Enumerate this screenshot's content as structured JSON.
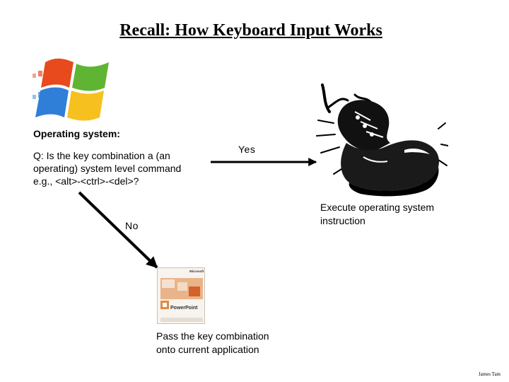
{
  "title": "Recall: How Keyboard Input Works",
  "os_label": "Operating system:",
  "question": {
    "line1": "Q: Is the key combination a (an",
    "line2": "operating) system level command",
    "line3": "e.g., <alt>-<ctrl>-<del>?"
  },
  "yes_label": "Yes",
  "no_label": "No",
  "execute_text": {
    "line1": "Execute operating system",
    "line2": "instruction"
  },
  "pass_text": {
    "line1": "Pass the key combination",
    "line2": "onto current application"
  },
  "ppt_box": {
    "brand": "Microsoft",
    "product": "PowerPoint"
  },
  "author": "James Tam",
  "colors": {
    "win_red": "#e8491d",
    "win_green": "#5fb533",
    "win_blue": "#2f7fd8",
    "win_yellow": "#f6c11f",
    "ppt_orange": "#d4622a"
  },
  "icons": {
    "os_logo": "windows-logo-icon",
    "execute": "boot-kick-icon",
    "application": "powerpoint-box-icon"
  }
}
